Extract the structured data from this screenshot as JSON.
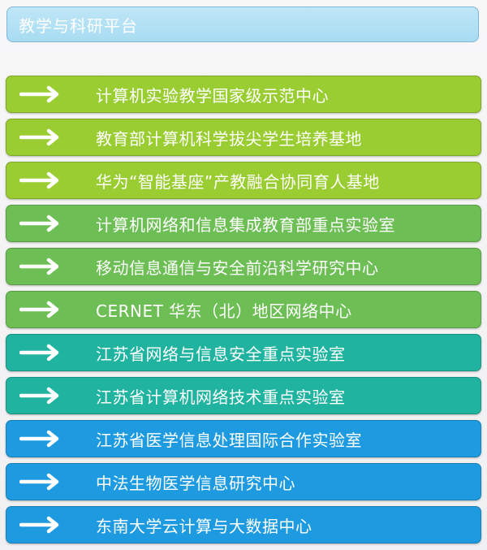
{
  "header": {
    "title": "教学与科研平台"
  },
  "items": [
    {
      "label": "计算机实验教学国家级示范中心",
      "color": "#9acd32"
    },
    {
      "label": "教育部计算机科学拔尖学生培养基地",
      "color": "#9acd32"
    },
    {
      "label": "华为“智能基座”产教融合协同育人基地",
      "color": "#9acd32"
    },
    {
      "label": "计算机网络和信息集成教育部重点实验室",
      "color": "#6dbf55"
    },
    {
      "label": "移动信息通信与安全前沿科学研究中心",
      "color": "#6dbf55"
    },
    {
      "label": "CERNET 华东（北）地区网络中心",
      "color": "#6dbf55"
    },
    {
      "label": "江苏省网络与信息安全重点实验室",
      "color": "#20b3a0"
    },
    {
      "label": "江苏省计算机网络技术重点实验室",
      "color": "#20b3a0"
    },
    {
      "label": "江苏省医学信息处理国际合作实验室",
      "color": "#1e9be0"
    },
    {
      "label": "中法生物医学信息研究中心",
      "color": "#1e9be0"
    },
    {
      "label": "东南大学云计算与大数据中心",
      "color": "#1e9be0"
    }
  ],
  "icon": "right-arrow-icon"
}
